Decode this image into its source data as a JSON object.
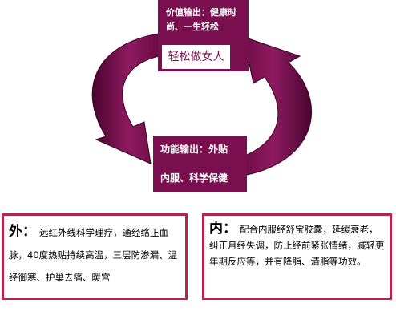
{
  "diagram": {
    "top": {
      "value_output": "价值输出：健康时尚、一生轻松",
      "slogan": "轻松做女人"
    },
    "middle": {
      "line1": "功能输出：外贴",
      "line2": "内服、科学保健"
    },
    "left_panel": {
      "heading": "外：",
      "text": "远红外线科学理疗，通经络正血脉，40度热贴持续高温，三层防渗漏、温经御寒、护巢去痛、暖宫"
    },
    "right_panel": {
      "heading": "内：",
      "text": "配合内服经舒宝胶囊，延缓衰老，纠正月经失调，防止经前紧张情绪，减轻更年期反应等，并有降脂、清脂等功效。"
    },
    "colors": {
      "primary": "#7a0f4f",
      "panel_border": "#b8234c"
    }
  }
}
